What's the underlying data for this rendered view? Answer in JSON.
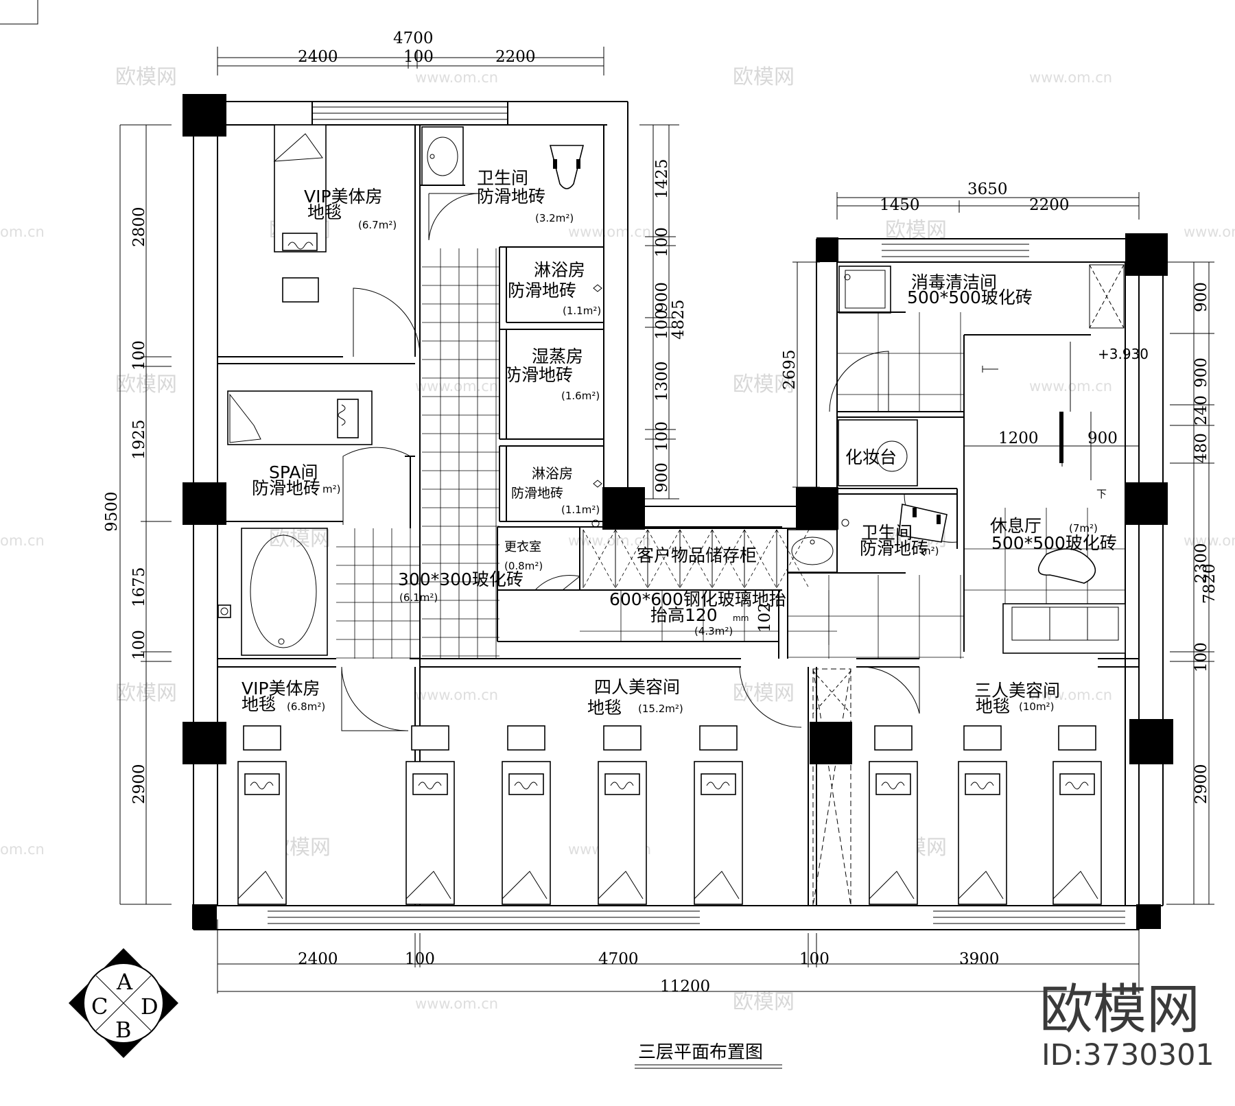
{
  "drawing": {
    "title": "三层平面布置图",
    "logo_text": "欧模网",
    "id_label": "ID:3730301",
    "compass": {
      "top": "A",
      "bottom": "B",
      "left": "C",
      "right": "D"
    },
    "watermarks": [
      "欧模网",
      "www.om.cn",
      "om.cn"
    ]
  },
  "rooms": {
    "vip1": {
      "name": "VIP美体房",
      "floor": "地毯",
      "area": "(6.7m²)"
    },
    "toilet1": {
      "name": "卫生间",
      "floor": "防滑地砖",
      "area": "(3.2m²)"
    },
    "shower1": {
      "name": "淋浴房",
      "floor": "防滑地砖",
      "area": "(1.1m²)"
    },
    "steam": {
      "name": "湿蒸房",
      "floor": "防滑地砖",
      "area": "(1.6m²)"
    },
    "shower2": {
      "name": "淋浴房",
      "floor": "防滑地砖",
      "area": "(1.1m²)"
    },
    "spa": {
      "name": "SPA间",
      "floor": "防滑地砖",
      "area": "m²)"
    },
    "changing": {
      "name": "更衣室",
      "area": "(0.8m²)"
    },
    "locker": {
      "name": "客户物品储存柜"
    },
    "corridor": {
      "floor": "300*300玻化砖",
      "area": "(6.1m²)"
    },
    "glass_floor": {
      "floor": "600*600钢化玻璃地抬",
      "raise": "抬高120",
      "unit": "mm",
      "area": "(4.3m²)",
      "dim": "102"
    },
    "disinfect": {
      "name": "消毒清洁间",
      "floor": "500*500玻化砖"
    },
    "makeup": {
      "name": "化妆台"
    },
    "toilet2": {
      "name": "卫生间",
      "floor": "防滑地砖",
      "area": "m²)"
    },
    "lounge": {
      "name": "休息厅",
      "area": "(7m²)",
      "floor": "500*500玻化砖"
    },
    "vip2": {
      "name": "VIP美体房",
      "floor": "地毯",
      "area": "(6.8m²)"
    },
    "four": {
      "name": "四人美容间",
      "floor": "地毯",
      "area": "(15.2m²)"
    },
    "three": {
      "name": "三人美容间",
      "floor": "地毯",
      "area": "(10m²)"
    },
    "stair": {
      "level": "+3.930",
      "down": "下"
    }
  },
  "dims": {
    "top_total": "4700",
    "top_a": "2400",
    "top_b": "100",
    "top_c": "2200",
    "rt_total": "3650",
    "rt_a": "1450",
    "rt_b": "2200",
    "left_total": "9500",
    "left_a": "2800",
    "left_b": "100",
    "left_c": "1925",
    "left_d": "1675",
    "left_e": "100",
    "left_f": "2900",
    "mid": [
      "1425",
      "100",
      "900",
      "100",
      "1300",
      "100",
      "900"
    ],
    "mid_total": "4825",
    "right_total": "7820",
    "right": [
      "900",
      "900",
      "240",
      "480",
      "2300",
      "100",
      "2900"
    ],
    "d2695": "2695",
    "stair_a": "1200",
    "stair_b": "900",
    "bot": [
      "2400",
      "100",
      "4700",
      "100",
      "3900"
    ],
    "bot_total": "11200"
  }
}
